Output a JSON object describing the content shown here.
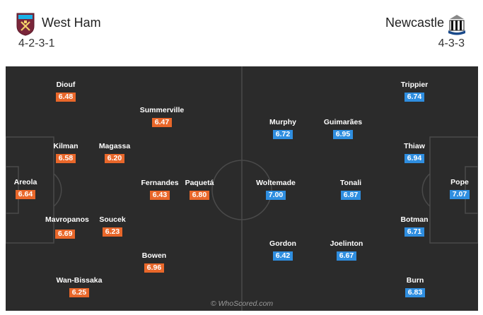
{
  "home": {
    "name": "West Ham",
    "formation": "4-2-3-1",
    "crest_icon": "west-ham-crest",
    "players": [
      {
        "name": "Areola",
        "rating": "6.64"
      },
      {
        "name": "Diouf",
        "rating": "6.48"
      },
      {
        "name": "Kilman",
        "rating": "6.58"
      },
      {
        "name": "Mavropanos",
        "rating": "6.69"
      },
      {
        "name": "Wan-Bissaka",
        "rating": "6.25"
      },
      {
        "name": "Magassa",
        "rating": "6.20"
      },
      {
        "name": "Soucek",
        "rating": "6.23"
      },
      {
        "name": "Summerville",
        "rating": "6.47"
      },
      {
        "name": "Fernandes",
        "rating": "6.43"
      },
      {
        "name": "Bowen",
        "rating": "6.96"
      },
      {
        "name": "Paquetá",
        "rating": "6.80"
      }
    ]
  },
  "away": {
    "name": "Newcastle",
    "formation": "4-3-3",
    "crest_icon": "newcastle-crest",
    "players": [
      {
        "name": "Pope",
        "rating": "7.07"
      },
      {
        "name": "Trippier",
        "rating": "6.74"
      },
      {
        "name": "Thiaw",
        "rating": "6.94"
      },
      {
        "name": "Botman",
        "rating": "6.71"
      },
      {
        "name": "Burn",
        "rating": "6.83"
      },
      {
        "name": "Guimarães",
        "rating": "6.95"
      },
      {
        "name": "Tonali",
        "rating": "6.87"
      },
      {
        "name": "Joelinton",
        "rating": "6.67"
      },
      {
        "name": "Murphy",
        "rating": "6.72"
      },
      {
        "name": "Woltemade",
        "rating": "7.00"
      },
      {
        "name": "Gordon",
        "rating": "6.42"
      }
    ]
  },
  "colors": {
    "home_rating": "#e9672a",
    "away_rating": "#2f8ee0",
    "pitch": "#2b2b2b"
  },
  "watermark": "© WhoScored.com"
}
